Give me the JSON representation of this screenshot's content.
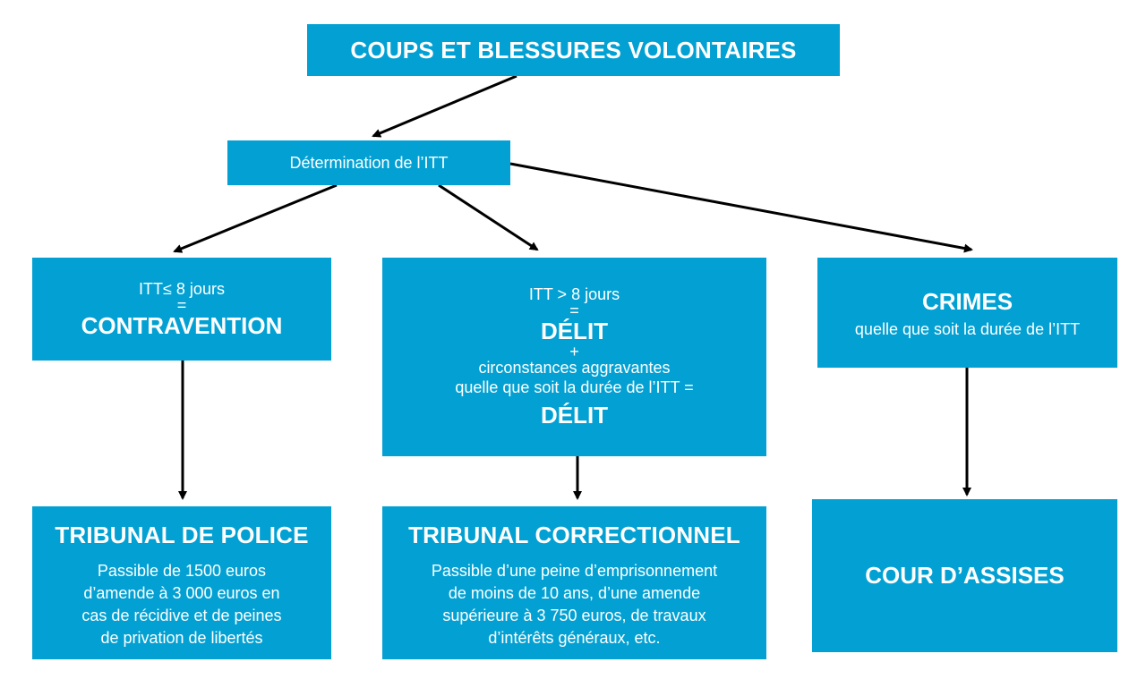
{
  "title": "COUPS ET BLESSURES VOLONTAIRES",
  "determination": "Détermination de l’ITT",
  "contravention": {
    "condition": "ITT≤ 8 jours",
    "equals": "=",
    "label": "CONTRAVENTION"
  },
  "delit": {
    "condition": "ITT > 8 jours",
    "equals": "=",
    "label": "DÉLIT",
    "plus": "+",
    "line1": "circonstances aggravantes",
    "line2": "quelle que soit la durée de l’ITT =",
    "label2": "DÉLIT"
  },
  "crimes": {
    "label": "CRIMES",
    "sub": "quelle que soit la durée de l’ITT"
  },
  "tribunal_police": {
    "title": "TRIBUNAL DE POLICE",
    "desc": [
      "Passible de 1500 euros",
      "d’amende à 3 000 euros en",
      "cas de récidive et de peines",
      "de privation de libertés"
    ]
  },
  "tribunal_correctionnel": {
    "title": "TRIBUNAL CORRECTIONNEL",
    "desc": [
      "Passible d’une peine d’emprisonnement",
      "de moins de 10 ans, d’une amende",
      "supérieure à 3 750 euros, de travaux",
      "d’intérêts généraux, etc."
    ]
  },
  "cour_assises": "COUR D’ASSISES",
  "colors": {
    "box": "#03a1d3",
    "text": "#ffffff",
    "arrow": "#000000"
  }
}
